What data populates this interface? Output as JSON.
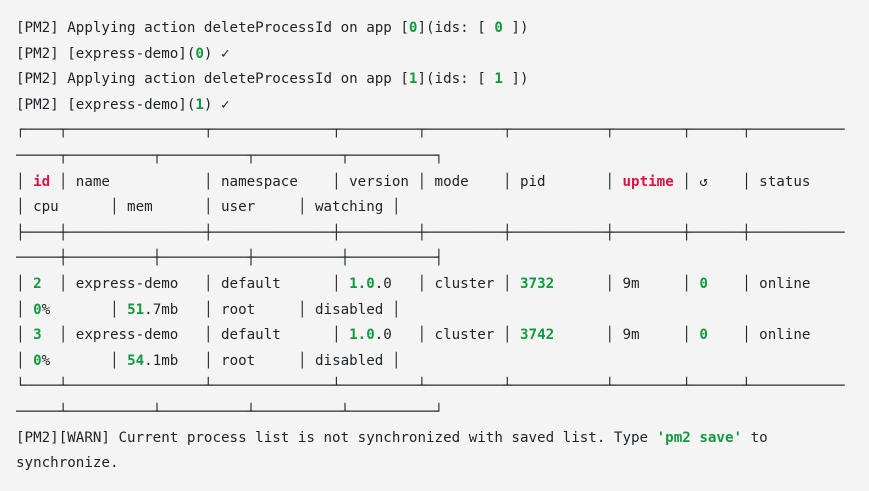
{
  "app": "pm2-terminal-output",
  "colors": {
    "background": "#f4f4f4",
    "text": "#1e2327",
    "green": "#0f9b3e",
    "red": "#e01045"
  },
  "table_columns": [
    "id",
    "name",
    "namespace",
    "version",
    "mode",
    "pid",
    "uptime",
    "↺",
    "status",
    "cpu",
    "mem",
    "user",
    "watching"
  ],
  "processes": [
    {
      "id": "2",
      "name": "express-demo",
      "namespace": "default",
      "version": "1.0.0",
      "mode": "cluster",
      "pid": "3732",
      "uptime": "9m",
      "restarts": "0",
      "status": "online",
      "cpu": "0%",
      "mem": "51.7mb",
      "user": "root",
      "watching": "disabled"
    },
    {
      "id": "3",
      "name": "express-demo",
      "namespace": "default",
      "version": "1.0.0",
      "mode": "cluster",
      "pid": "3742",
      "uptime": "9m",
      "restarts": "0",
      "status": "online",
      "cpu": "0%",
      "mem": "54.1mb",
      "user": "root",
      "watching": "disabled"
    }
  ],
  "terminal": {
    "lines": [
      {
        "segments": [
          {
            "text": "[PM2] Applying action deleteProcessId on app ["
          },
          {
            "text": "0",
            "color": "green"
          },
          {
            "text": "](ids: [ "
          },
          {
            "text": "0",
            "color": "green"
          },
          {
            "text": " ])"
          }
        ]
      },
      {
        "segments": [
          {
            "text": "[PM2] [express-demo]("
          },
          {
            "text": "0",
            "color": "green"
          },
          {
            "text": ") ✓"
          }
        ]
      },
      {
        "segments": [
          {
            "text": "[PM2] Applying action deleteProcessId on app ["
          },
          {
            "text": "1",
            "color": "green"
          },
          {
            "text": "](ids: [ "
          },
          {
            "text": "1",
            "color": "green"
          },
          {
            "text": " ])"
          }
        ]
      },
      {
        "segments": [
          {
            "text": "[PM2] [express-demo]("
          },
          {
            "text": "1",
            "color": "green"
          },
          {
            "text": ") ✓"
          }
        ]
      },
      {
        "segments": [
          {
            "text": "┌────┬────────────────┬──────────────┬─────────┬─────────┬───────────┬────────┬──────┬───────────"
          }
        ]
      },
      {
        "segments": [
          {
            "text": "─────┬──────────┬──────────┬──────────┬──────────┐"
          }
        ]
      },
      {
        "segments": [
          {
            "text": "│ "
          },
          {
            "text": "id",
            "color": "red"
          },
          {
            "text": " │ name           │ namespace    │ version │ mode    │ pid       │ "
          },
          {
            "text": "uptime",
            "color": "red"
          },
          {
            "text": " │ ↺    │ status    "
          }
        ]
      },
      {
        "segments": [
          {
            "text": "│ cpu      │ mem      │ user     │ watching │"
          }
        ]
      },
      {
        "segments": [
          {
            "text": "├────┼────────────────┼──────────────┼─────────┼─────────┼───────────┼────────┼──────┼───────────"
          }
        ]
      },
      {
        "segments": [
          {
            "text": "─────┼──────────┼──────────┼──────────┼──────────┤"
          }
        ]
      },
      {
        "segments": [
          {
            "text": "│ "
          },
          {
            "text": "2",
            "color": "green"
          },
          {
            "text": "  │ express-demo   │ default      │ "
          },
          {
            "text": "1.0",
            "color": "green"
          },
          {
            "text": ".0   │ cluster │ "
          },
          {
            "text": "3732",
            "color": "green"
          },
          {
            "text": "      │ 9m     │ "
          },
          {
            "text": "0",
            "color": "green"
          },
          {
            "text": "    │ online    "
          }
        ]
      },
      {
        "segments": [
          {
            "text": "│ "
          },
          {
            "text": "0",
            "color": "green"
          },
          {
            "text": "%       │ "
          },
          {
            "text": "51",
            "color": "green"
          },
          {
            "text": ".7mb   │ root     │ disabled │"
          }
        ]
      },
      {
        "segments": [
          {
            "text": "│ "
          },
          {
            "text": "3",
            "color": "green"
          },
          {
            "text": "  │ express-demo   │ default      │ "
          },
          {
            "text": "1.0",
            "color": "green"
          },
          {
            "text": ".0   │ cluster │ "
          },
          {
            "text": "3742",
            "color": "green"
          },
          {
            "text": "      │ 9m     │ "
          },
          {
            "text": "0",
            "color": "green"
          },
          {
            "text": "    │ online    "
          }
        ]
      },
      {
        "segments": [
          {
            "text": "│ "
          },
          {
            "text": "0",
            "color": "green"
          },
          {
            "text": "%       │ "
          },
          {
            "text": "54",
            "color": "green"
          },
          {
            "text": ".1mb   │ root     │ disabled │"
          }
        ]
      },
      {
        "segments": [
          {
            "text": "└────┴────────────────┴──────────────┴─────────┴─────────┴───────────┴────────┴──────┴───────────"
          }
        ]
      },
      {
        "segments": [
          {
            "text": "─────┴──────────┴──────────┴──────────┴──────────┘"
          }
        ]
      },
      {
        "segments": [
          {
            "text": "[PM2][WARN] Current process list is not synchronized with saved list. Type "
          },
          {
            "text": "'pm2 save'",
            "color": "green"
          },
          {
            "text": " to"
          }
        ]
      },
      {
        "segments": [
          {
            "text": "synchronize."
          }
        ]
      }
    ]
  }
}
